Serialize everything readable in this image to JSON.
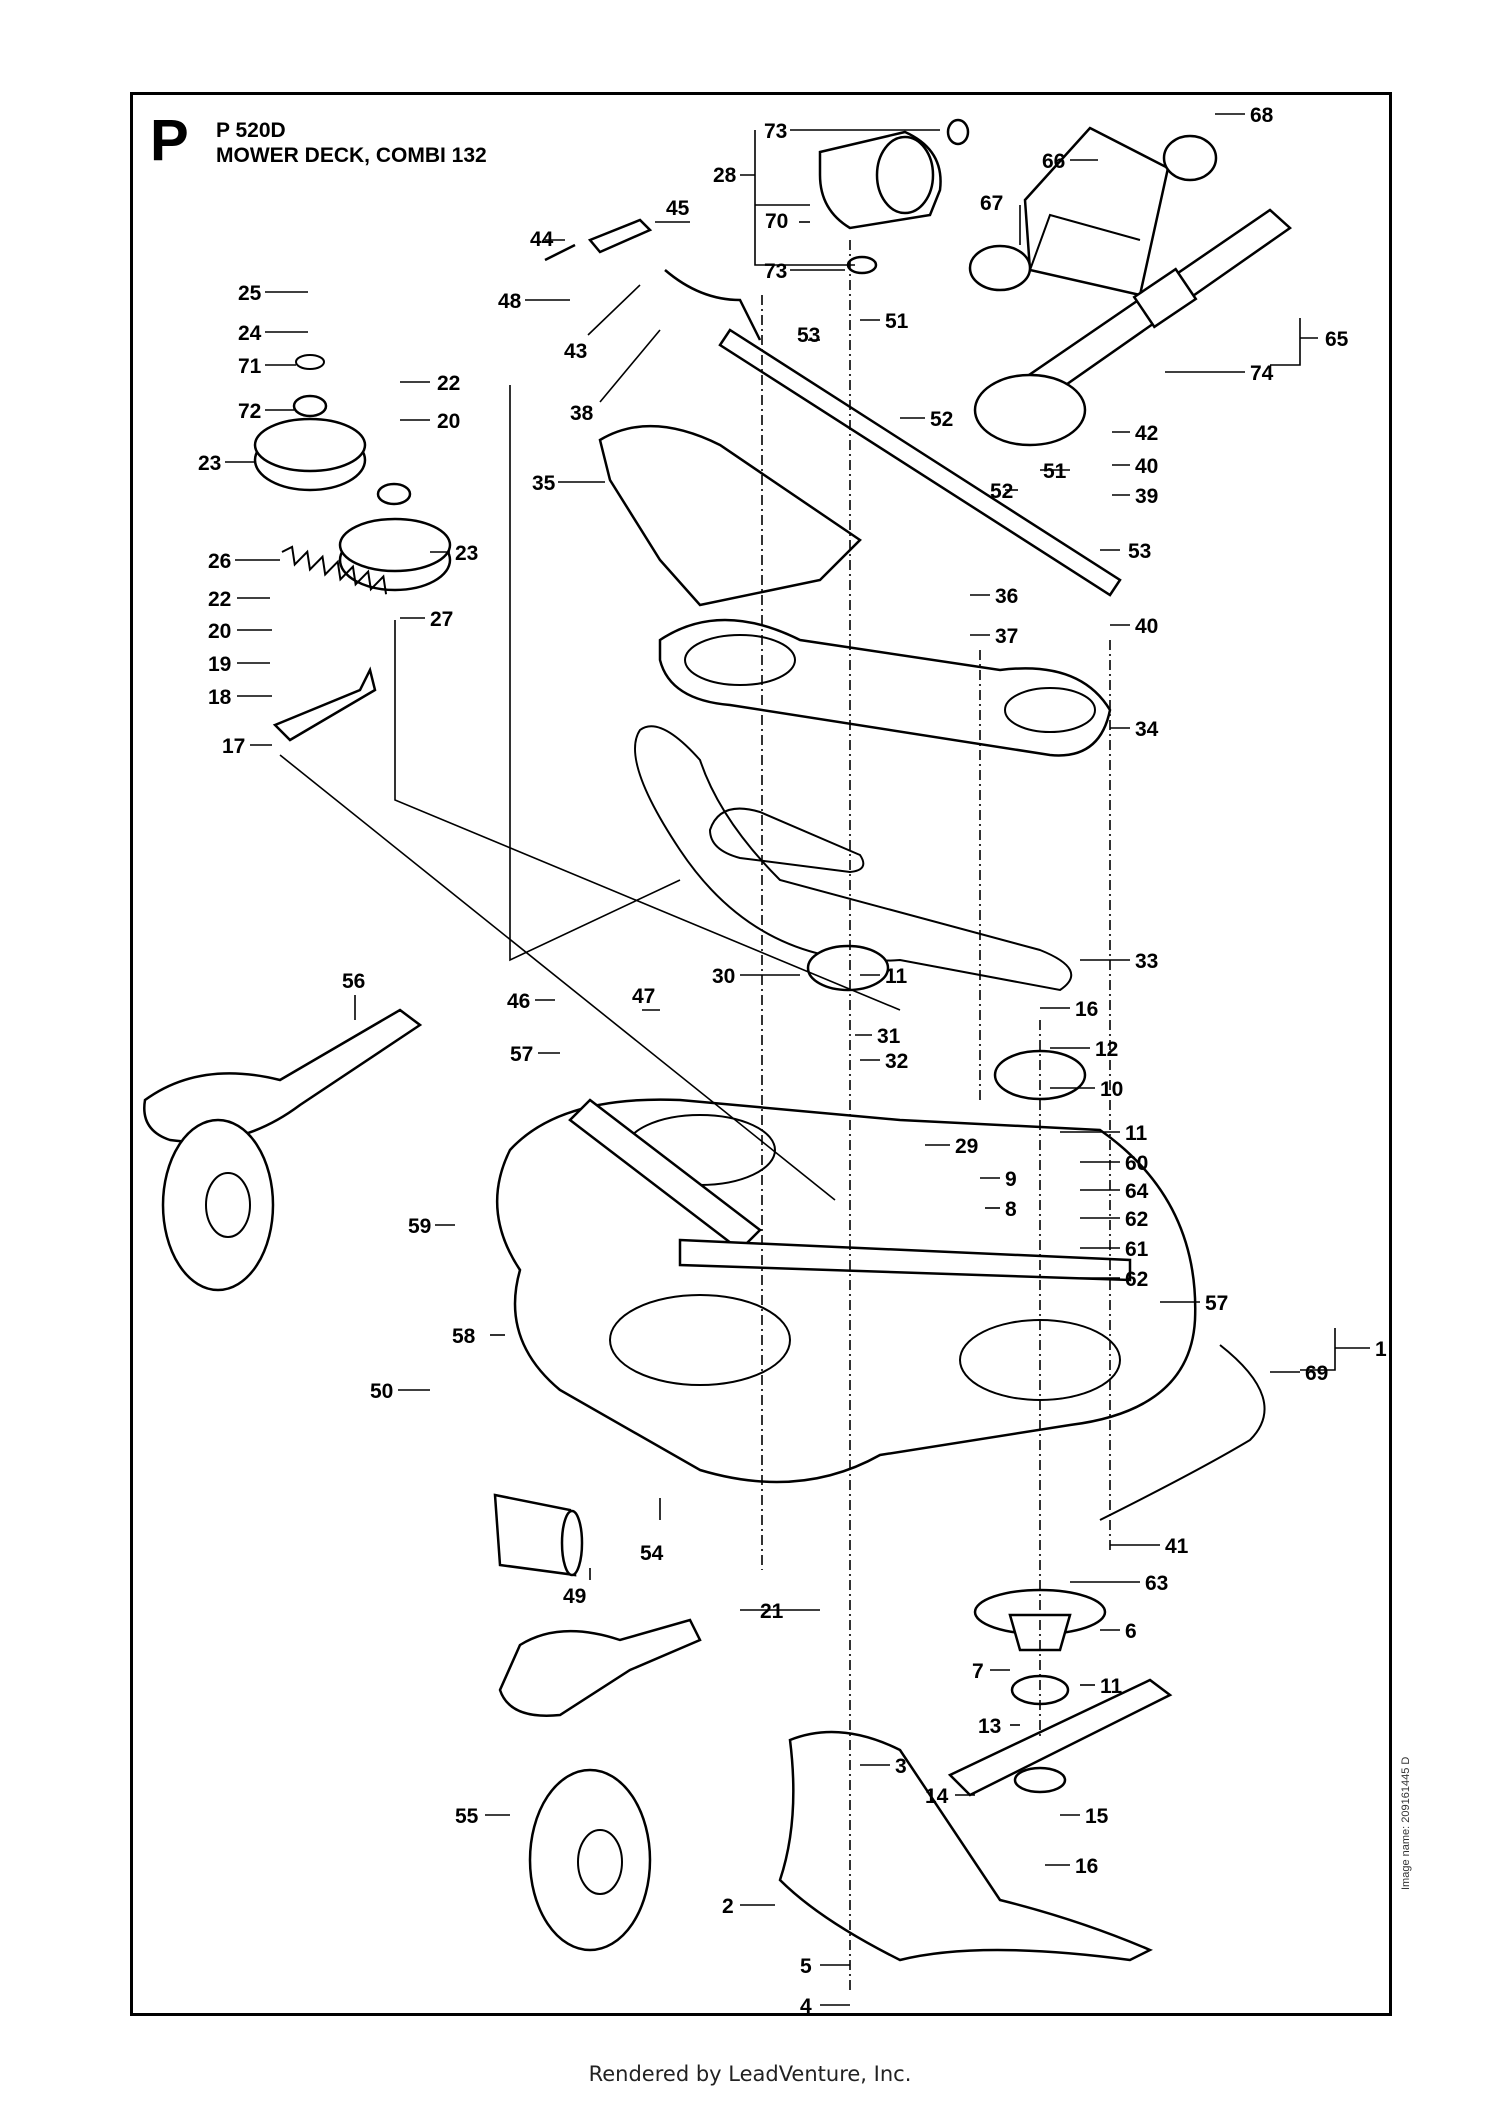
{
  "diagram": {
    "section_letter": "P",
    "model": "P 520D",
    "title": "MOWER DECK, COMBI 132",
    "image_name": "Image name: 209161445 D",
    "footer": "Rendered by LeadVenture, Inc."
  },
  "callouts": [
    {
      "id": "c73a",
      "label": "73"
    },
    {
      "id": "c68",
      "label": "68"
    },
    {
      "id": "c28",
      "label": "28"
    },
    {
      "id": "c66",
      "label": "66"
    },
    {
      "id": "c45",
      "label": "45"
    },
    {
      "id": "c70",
      "label": "70"
    },
    {
      "id": "c67",
      "label": "67"
    },
    {
      "id": "c44",
      "label": "44"
    },
    {
      "id": "c73b",
      "label": "73"
    },
    {
      "id": "c25",
      "label": "25"
    },
    {
      "id": "c48",
      "label": "48"
    },
    {
      "id": "c24",
      "label": "24"
    },
    {
      "id": "c43",
      "label": "43"
    },
    {
      "id": "c53a",
      "label": "53"
    },
    {
      "id": "c51a",
      "label": "51"
    },
    {
      "id": "c65",
      "label": "65"
    },
    {
      "id": "c71",
      "label": "71"
    },
    {
      "id": "c22a",
      "label": "22"
    },
    {
      "id": "c74",
      "label": "74"
    },
    {
      "id": "c72",
      "label": "72"
    },
    {
      "id": "c20a",
      "label": "20"
    },
    {
      "id": "c38",
      "label": "38"
    },
    {
      "id": "c52a",
      "label": "52"
    },
    {
      "id": "c42",
      "label": "42"
    },
    {
      "id": "c23a",
      "label": "23"
    },
    {
      "id": "c51b",
      "label": "51"
    },
    {
      "id": "c40a",
      "label": "40"
    },
    {
      "id": "c35",
      "label": "35"
    },
    {
      "id": "c52b",
      "label": "52"
    },
    {
      "id": "c39",
      "label": "39"
    },
    {
      "id": "c26",
      "label": "26"
    },
    {
      "id": "c23b",
      "label": "23"
    },
    {
      "id": "c53b",
      "label": "53"
    },
    {
      "id": "c22b",
      "label": "22"
    },
    {
      "id": "c36",
      "label": "36"
    },
    {
      "id": "c27",
      "label": "27"
    },
    {
      "id": "c40b",
      "label": "40"
    },
    {
      "id": "c20b",
      "label": "20"
    },
    {
      "id": "c37",
      "label": "37"
    },
    {
      "id": "c19",
      "label": "19"
    },
    {
      "id": "c18",
      "label": "18"
    },
    {
      "id": "c34",
      "label": "34"
    },
    {
      "id": "c17",
      "label": "17"
    },
    {
      "id": "c33",
      "label": "33"
    },
    {
      "id": "c56",
      "label": "56"
    },
    {
      "id": "c30",
      "label": "30"
    },
    {
      "id": "c11a",
      "label": "11"
    },
    {
      "id": "c46",
      "label": "46"
    },
    {
      "id": "c47",
      "label": "47"
    },
    {
      "id": "c16a",
      "label": "16"
    },
    {
      "id": "c31",
      "label": "31"
    },
    {
      "id": "c57a",
      "label": "57"
    },
    {
      "id": "c32",
      "label": "32"
    },
    {
      "id": "c12",
      "label": "12"
    },
    {
      "id": "c10",
      "label": "10"
    },
    {
      "id": "c11b",
      "label": "11"
    },
    {
      "id": "c29",
      "label": "29"
    },
    {
      "id": "c60",
      "label": "60"
    },
    {
      "id": "c9",
      "label": "9"
    },
    {
      "id": "c64",
      "label": "64"
    },
    {
      "id": "c8",
      "label": "8"
    },
    {
      "id": "c62a",
      "label": "62"
    },
    {
      "id": "c59",
      "label": "59"
    },
    {
      "id": "c61",
      "label": "61"
    },
    {
      "id": "c62b",
      "label": "62"
    },
    {
      "id": "c57b",
      "label": "57"
    },
    {
      "id": "c58",
      "label": "58"
    },
    {
      "id": "c1",
      "label": "1"
    },
    {
      "id": "c69",
      "label": "69"
    },
    {
      "id": "c50",
      "label": "50"
    },
    {
      "id": "c54",
      "label": "54"
    },
    {
      "id": "c41",
      "label": "41"
    },
    {
      "id": "c63",
      "label": "63"
    },
    {
      "id": "c49",
      "label": "49"
    },
    {
      "id": "c21",
      "label": "21"
    },
    {
      "id": "c6",
      "label": "6"
    },
    {
      "id": "c7",
      "label": "7"
    },
    {
      "id": "c11c",
      "label": "11"
    },
    {
      "id": "c13",
      "label": "13"
    },
    {
      "id": "c3",
      "label": "3"
    },
    {
      "id": "c14",
      "label": "14"
    },
    {
      "id": "c55",
      "label": "55"
    },
    {
      "id": "c15",
      "label": "15"
    },
    {
      "id": "c16b",
      "label": "16"
    },
    {
      "id": "c2",
      "label": "2"
    },
    {
      "id": "c5",
      "label": "5"
    },
    {
      "id": "c4",
      "label": "4"
    }
  ]
}
